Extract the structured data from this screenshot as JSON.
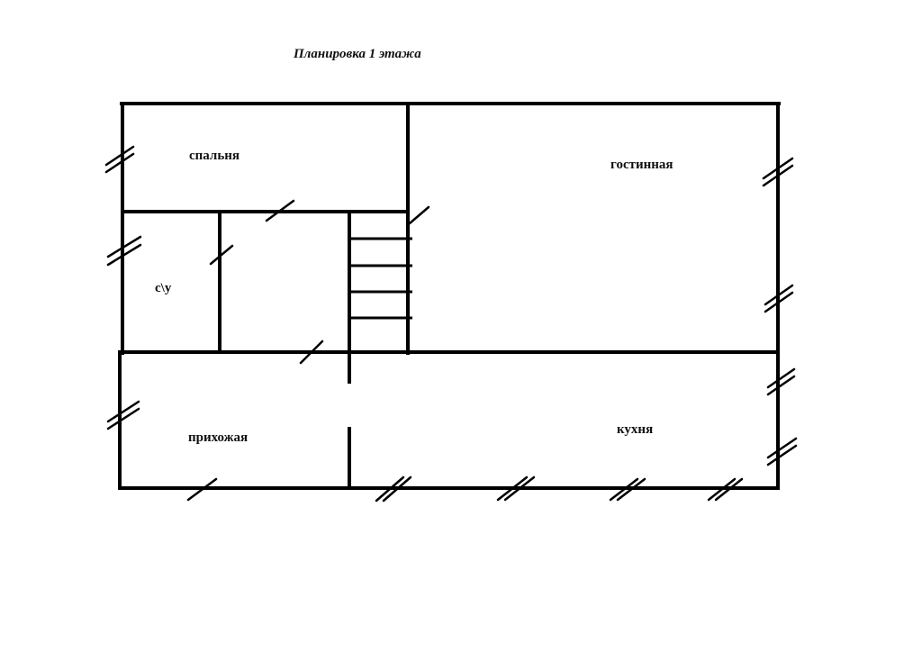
{
  "title": "Планировка 1 этажа",
  "rooms": {
    "bedroom": "спальня",
    "living_room": "гостинная",
    "bathroom": "с\\у",
    "hallway": "прихожая",
    "kitchen": "кухня"
  }
}
